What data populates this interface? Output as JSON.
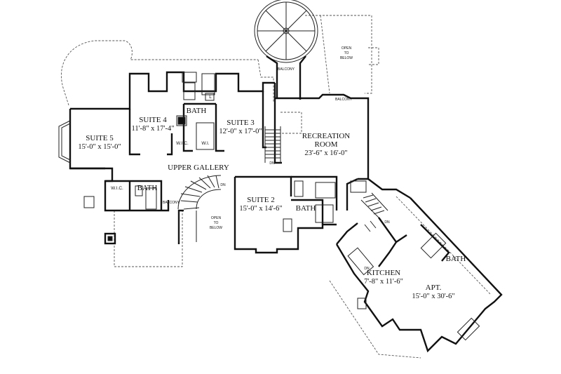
{
  "rooms": {
    "suite5": {
      "name": "SUITE 5",
      "dim": "15'-0\" x 15'-0\""
    },
    "suite4": {
      "name": "SUITE 4",
      "dim": "11'-8\" x 17'-4\""
    },
    "suite3": {
      "name": "SUITE 3",
      "dim": "12'-0\" x 17'-0\""
    },
    "suite2": {
      "name": "SUITE 2",
      "dim": "15'-0\" x 14'-6\""
    },
    "recreation": {
      "name1": "RECREATION",
      "name2": "ROOM",
      "dim": "23'-6\" x 16'-0\""
    },
    "kitchen": {
      "name": "KITCHEN",
      "dim": "7'-8\" x 11'-6\""
    },
    "apt": {
      "name": "APT.",
      "dim": "15'-0\" x 30'-6\""
    }
  },
  "labels": {
    "upper_gallery": "UPPER GALLERY",
    "bath": "BATH",
    "wic": "W.I.C.",
    "wi": "W.I.",
    "l": "L",
    "open": "OPEN",
    "to": "TO",
    "below": "BELOW",
    "balcony": "BALCONY",
    "dn": "DN"
  }
}
